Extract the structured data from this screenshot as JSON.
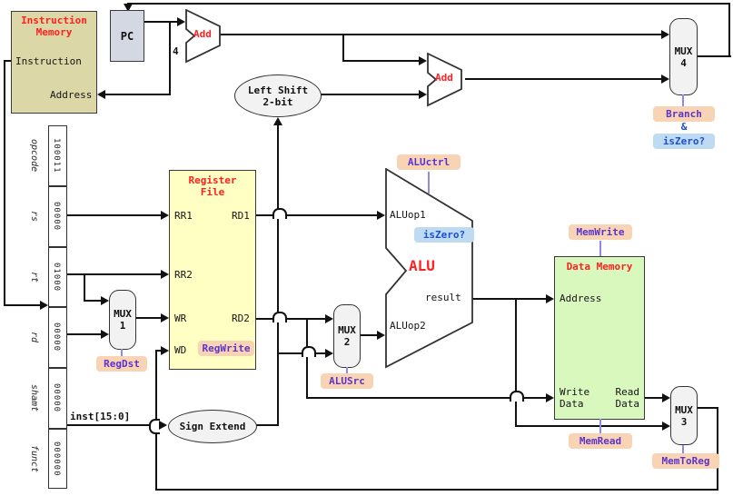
{
  "colors": {
    "wire": "#111111",
    "red_title": "#ff2020",
    "control_text_purple": "#5b33cc",
    "badge_peach": "#f9d4b4",
    "badge_blue": "#bedbf2",
    "blue_text": "#1c4fd0",
    "control_line_blue": "#8a8aea",
    "instruction_memory_fill": "#dbd7a6",
    "pc_fill": "#d4d8e2",
    "register_file_fill": "#ffffc4",
    "data_memory_fill": "#d9f8be",
    "mux_fill": "#f2f2f2"
  },
  "im": {
    "title1": "Instruction",
    "title2": "Memory",
    "port_instruction": "Instruction",
    "port_address": "Address"
  },
  "pc": {
    "label": "PC"
  },
  "adders": {
    "add1": {
      "label": "Add",
      "constant": "4"
    },
    "add2": {
      "label": "Add"
    }
  },
  "shifters": {
    "left_shift_line1": "Left Shift",
    "left_shift_line2": "2-bit",
    "sign_extend": "Sign Extend"
  },
  "fields": {
    "bus_label": "inst[15:0]",
    "items": [
      {
        "name": "opcode",
        "value": "100011"
      },
      {
        "name": "rs",
        "value": "00000"
      },
      {
        "name": "rt",
        "value": "01000"
      },
      {
        "name": "rd",
        "value": "00000"
      },
      {
        "name": "shamt",
        "value": "00000"
      },
      {
        "name": "funct",
        "value": "000000"
      }
    ]
  },
  "rf": {
    "title1": "Register",
    "title2": "File",
    "rr1": "RR1",
    "rr2": "RR2",
    "wr": "WR",
    "wd": "WD",
    "rd1": "RD1",
    "rd2": "RD2",
    "regwrite": "RegWrite"
  },
  "alu": {
    "title": "ALU",
    "op1": "ALUop1",
    "op2": "ALUop2",
    "result": "result",
    "zero": "isZero?",
    "ctrl": "ALUctrl"
  },
  "dm": {
    "title": "Data Memory",
    "address": "Address",
    "write1": "Write",
    "write2": "Data",
    "read1": "Read",
    "read2": "Data",
    "memwrite": "MemWrite",
    "memread": "MemRead"
  },
  "mux": {
    "m1": {
      "l1": "MUX",
      "l2": "1",
      "ctrl": "RegDst"
    },
    "m2": {
      "l1": "MUX",
      "l2": "2",
      "ctrl": "ALUSrc"
    },
    "m3": {
      "l1": "MUX",
      "l2": "3",
      "ctrl": "MemToReg"
    },
    "m4": {
      "l1": "MUX",
      "l2": "4",
      "ctrl1": "Branch",
      "ctrl2": "&",
      "ctrl3": "isZero?"
    }
  }
}
